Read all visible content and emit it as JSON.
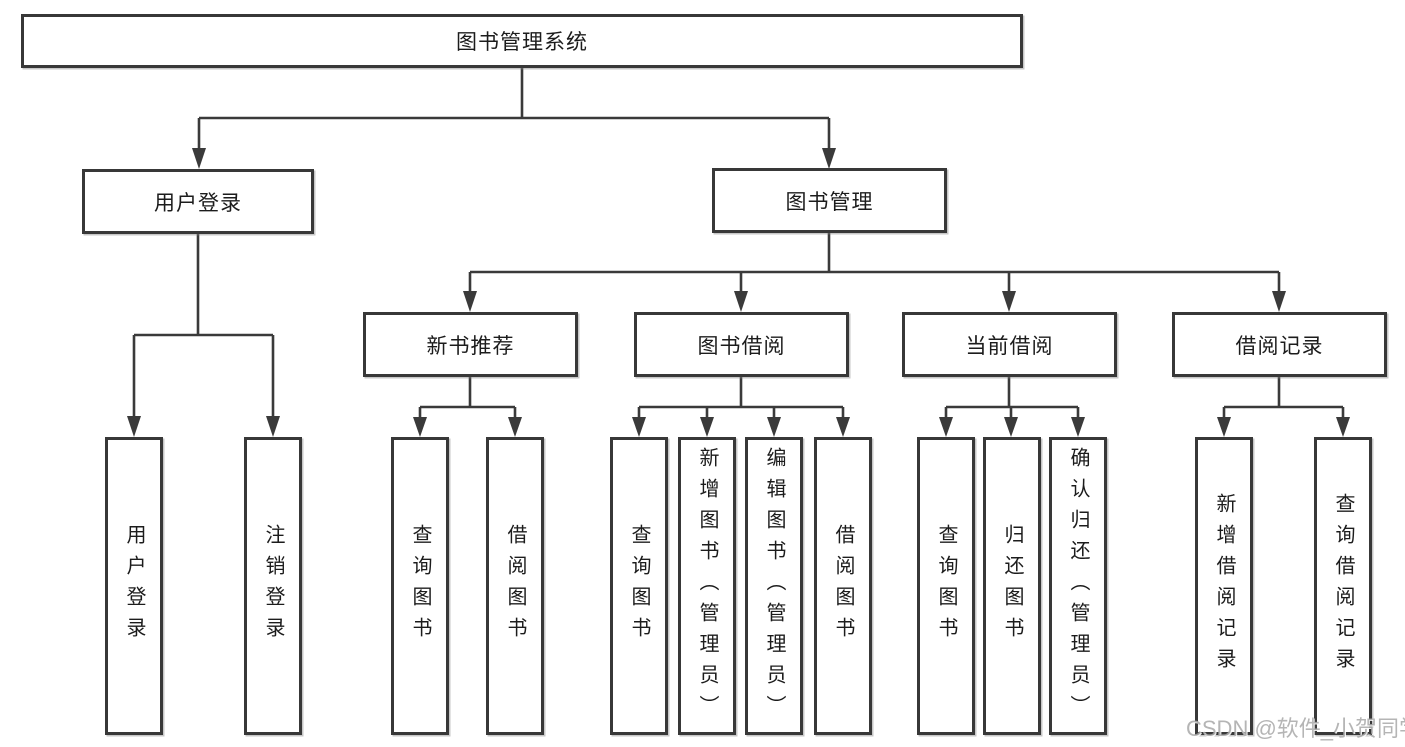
{
  "diagram": {
    "title": "图书管理系统",
    "nodes": {
      "root": "图书管理系统",
      "l2": [
        "用户登录",
        "图书管理"
      ],
      "l3": [
        "新书推荐",
        "图书借阅",
        "当前借阅",
        "借阅记录"
      ],
      "l4_login": [
        "用户登录",
        "注销登录"
      ],
      "l4_newbook": [
        "查询图书",
        "借阅图书"
      ],
      "l4_borrow": [
        "查询图书",
        "新增图书（管理员）",
        "编辑图书（管理员）",
        "借阅图书"
      ],
      "l4_current": [
        "查询图书",
        "归还图书",
        "确认归还（管理员）"
      ],
      "l4_records": [
        "新增借阅记录",
        "查询借阅记录"
      ]
    },
    "watermark": "CSDN @软件_小贺同学",
    "colors": {
      "line": "#3a3a3a",
      "box_border": "#383838",
      "box_fill": "#ffffff",
      "text": "#1c1c1c",
      "watermark": "#a8a8a8"
    }
  }
}
